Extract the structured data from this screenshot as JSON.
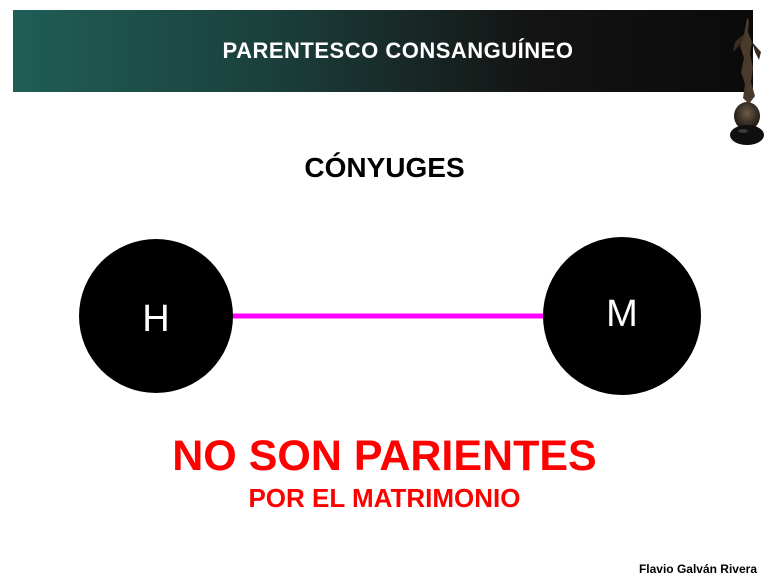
{
  "header": {
    "title": "PARENTESCO CONSANGUÍNEO"
  },
  "slide": {
    "subtitle": "CÓNYUGES",
    "statement": "NO SON PARIENTES",
    "statement_sub": "POR EL MATRIMONIO",
    "author": "Flavio Galván Rivera"
  },
  "diagram": {
    "nodes": [
      {
        "label": "H",
        "color": "#000000"
      },
      {
        "label": "M",
        "color": "#000000"
      }
    ],
    "edge_color": "#ff00ff"
  },
  "colors": {
    "accent": "#ff0000",
    "header_start": "#1f5e56",
    "header_end": "#0a0a0a"
  },
  "logo": {
    "icon": "statue-logo-icon"
  }
}
